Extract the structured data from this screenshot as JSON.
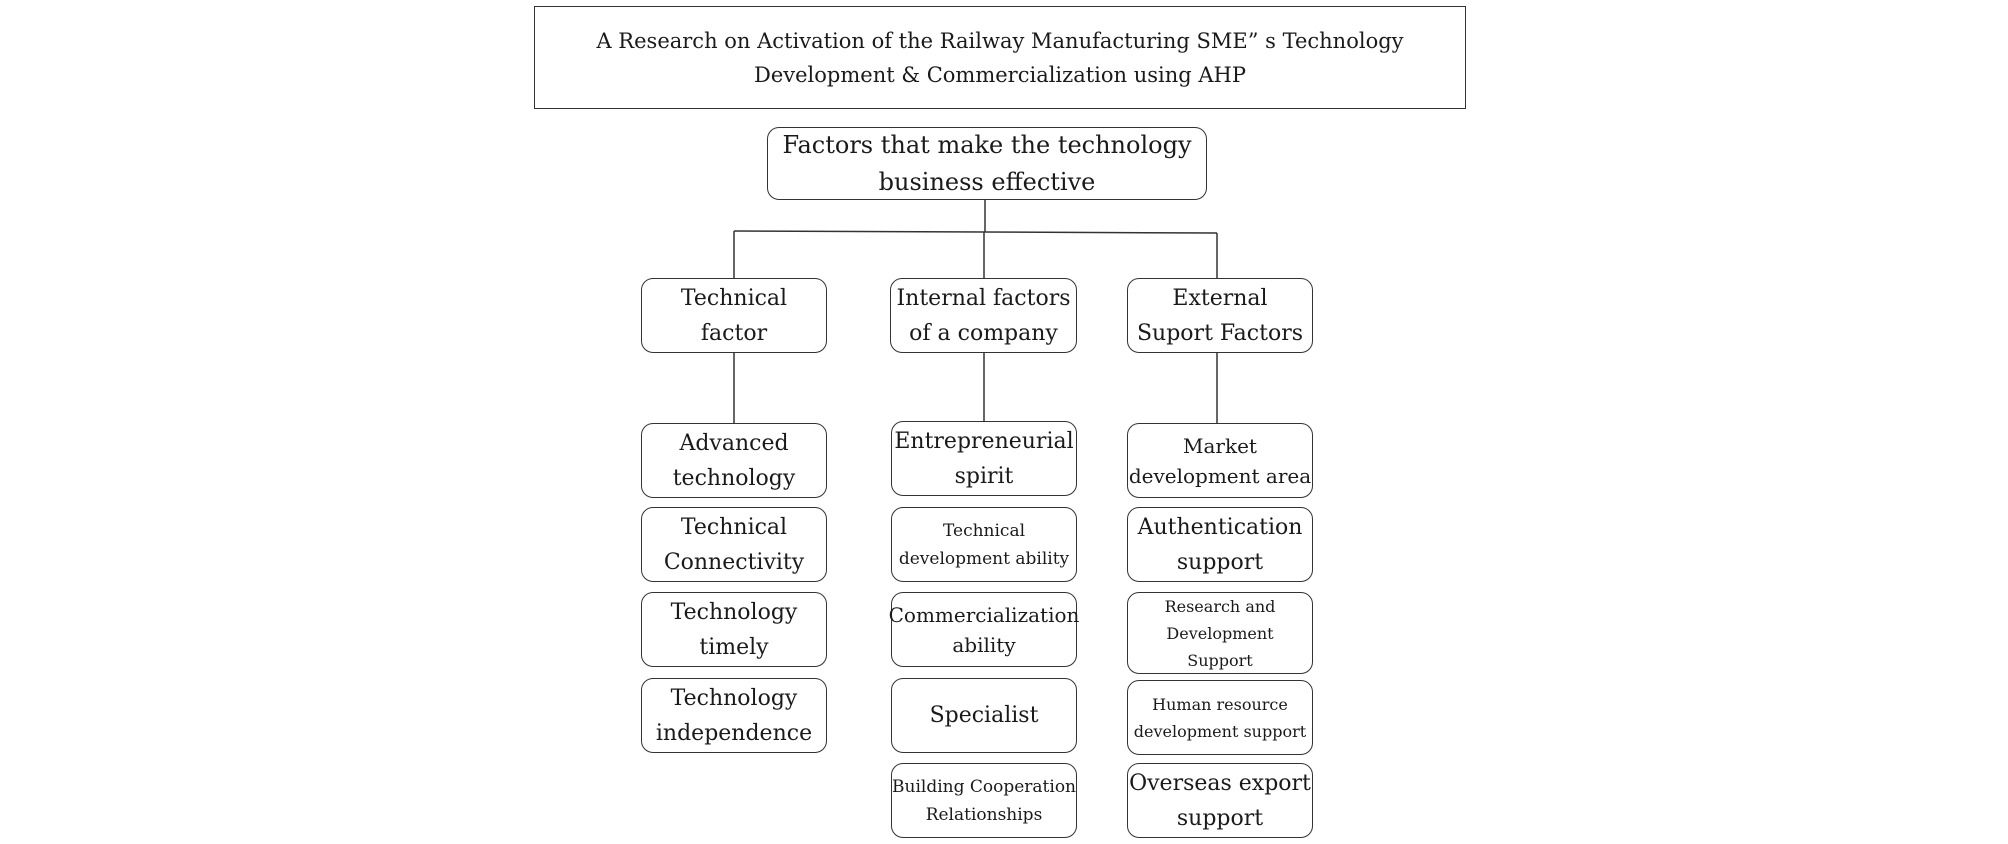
{
  "title": {
    "line1": "A Research on Activation of the Railway Manufacturing SME” s Technology",
    "line2": "Development & Commercialization using AHP"
  },
  "goal": {
    "line1": "Factors that make the technology",
    "line2": "business effective"
  },
  "criteria": [
    {
      "line1": "Technical",
      "line2": "factor"
    },
    {
      "line1": "Internal factors",
      "line2": "of a company"
    },
    {
      "line1": "External",
      "line2": "Suport Factors"
    }
  ],
  "technical_subfactors": [
    {
      "line1": "Advanced",
      "line2": "technology"
    },
    {
      "line1": "Technical",
      "line2": "Connectivity"
    },
    {
      "line1": "Technology",
      "line2": "timely"
    },
    {
      "line1": "Technology",
      "line2": "independence"
    }
  ],
  "internal_subfactors": [
    {
      "line1": "Entrepreneurial",
      "line2": "spirit"
    },
    {
      "line1": "Technical",
      "line2": "development ability"
    },
    {
      "line1": "Commercialization",
      "line2": "ability"
    },
    {
      "line1": "Specialist"
    },
    {
      "line1": "Building Cooperation",
      "line2": "Relationships"
    }
  ],
  "external_subfactors": [
    {
      "line1": "Market",
      "line2": "development area"
    },
    {
      "line1": "Authentication",
      "line2": "support"
    },
    {
      "line1": "Research and",
      "line2": "Development",
      "line3": "Support"
    },
    {
      "line1": "Human resource",
      "line2": "development support"
    },
    {
      "line1": "Overseas export",
      "line2": "support"
    }
  ]
}
